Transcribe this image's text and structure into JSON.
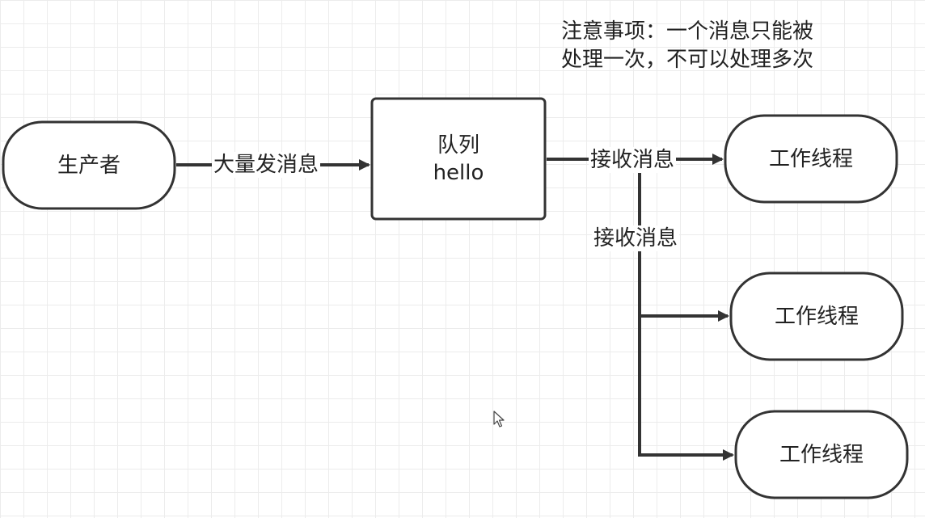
{
  "nodes": {
    "producer": "生产者",
    "queue_line1": "队列",
    "queue_line2": "hello",
    "worker1": "工作线程",
    "worker2": "工作线程",
    "worker3": "工作线程"
  },
  "edges": {
    "send_label": "大量发消息",
    "receive_label_1": "接收消息",
    "receive_label_2": "接收消息"
  },
  "note": {
    "line1": "注意事项：一个消息只能被",
    "line2": "处理一次，不可以处理多次"
  },
  "colors": {
    "stroke": "#333333",
    "grid": "#ececec",
    "background": "#ffffff"
  }
}
